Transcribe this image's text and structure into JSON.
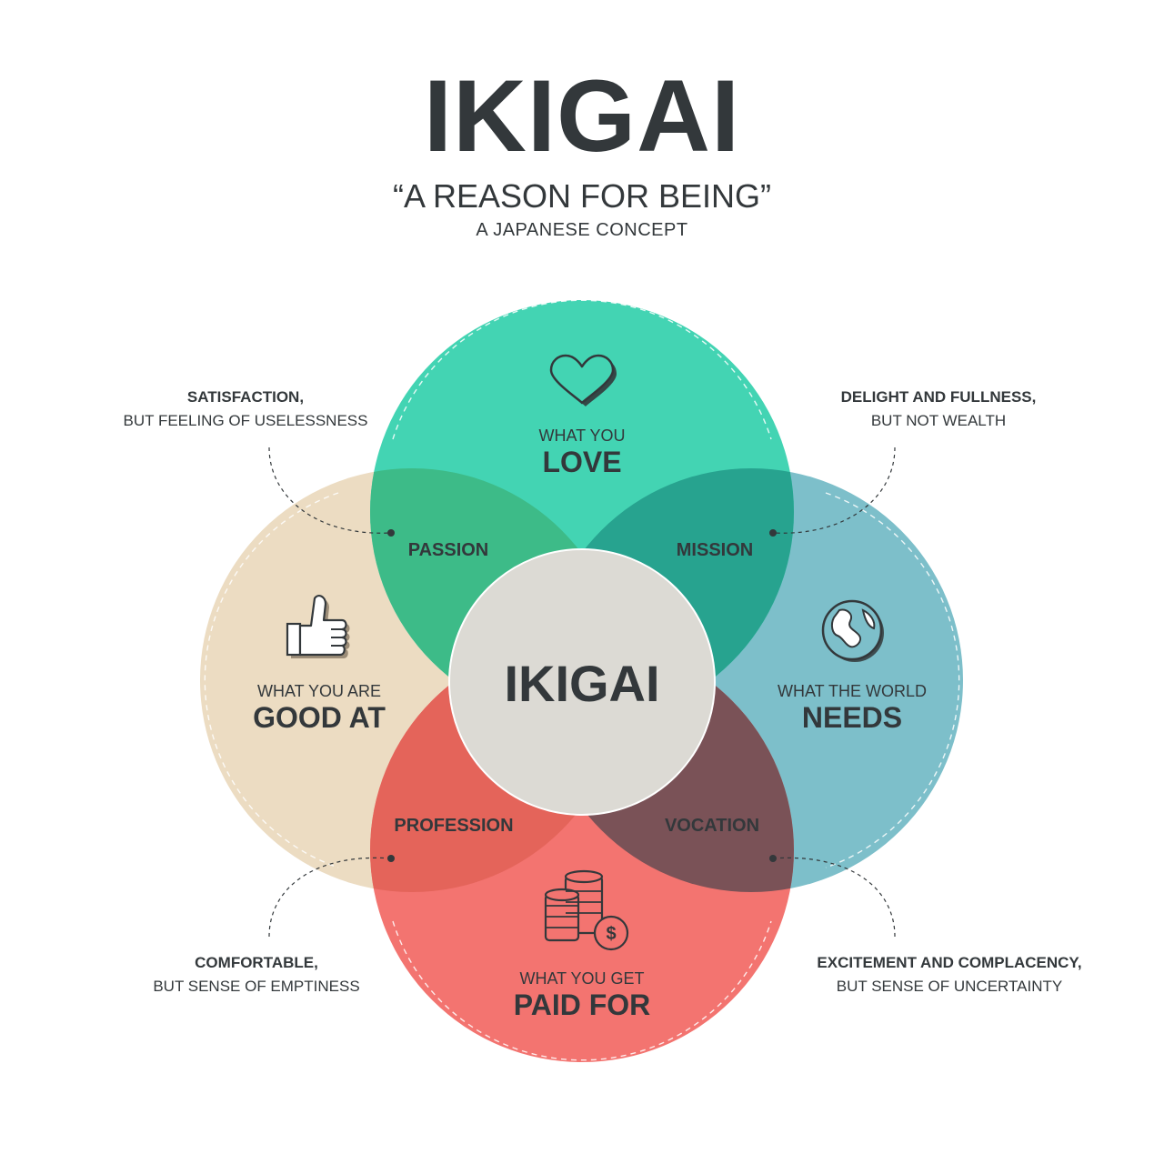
{
  "header": {
    "title": "IKIGAI",
    "subtitle": "“A REASON FOR BEING”",
    "concept": "A JAPANESE CONCEPT"
  },
  "circles": {
    "love": {
      "line1": "WHAT YOU",
      "line2": "LOVE",
      "icon": "heart-icon",
      "color": "#43d4b3"
    },
    "good_at": {
      "line1": "WHAT YOU ARE",
      "line2": "GOOD AT",
      "icon": "thumbs-up-icon",
      "color": "#ecdcc2"
    },
    "world_needs": {
      "line1": "WHAT THE WORLD",
      "line2": "NEEDS",
      "icon": "globe-icon",
      "color": "#7dbfca"
    },
    "paid_for": {
      "line1": "WHAT YOU GET",
      "line2": "PAID FOR",
      "icon": "coins-icon",
      "color": "#f37470"
    }
  },
  "intersections": {
    "passion": "PASSION",
    "mission": "MISSION",
    "profession": "PROFESSION",
    "vocation": "VOCATION"
  },
  "center": {
    "label": "IKIGAI",
    "color": "#dcdad4"
  },
  "notes": {
    "top_left": {
      "bold": "SATISFACTION,",
      "text": "BUT FEELING OF USELESSNESS"
    },
    "top_right": {
      "bold": "DELIGHT AND FULLNESS,",
      "text": "BUT NOT WEALTH"
    },
    "bottom_left": {
      "bold": "COMFORTABLE,",
      "text": "BUT SENSE OF EMPTINESS"
    },
    "bottom_right": {
      "bold": "EXCITEMENT AND COMPLACENCY,",
      "text": "BUT SENSE OF UNCERTAINTY"
    }
  }
}
